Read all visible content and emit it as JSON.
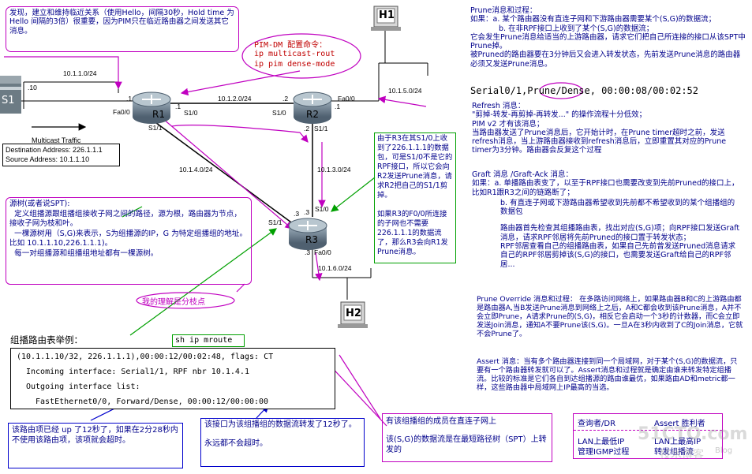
{
  "top_note": "发现，建立和维持临近关系（使用Hello，间隔30秒，Hold time 为Hello 间隔的3倍）很重要，因为PIM只在临近路由器之间发送其它消息。",
  "pim_config": {
    "title": "PIM-DM 配置命令：",
    "lines": [
      "ip multicast-rout",
      "ip pim dense-mode"
    ]
  },
  "hosts": {
    "h1": "H1",
    "h2": "H2",
    "s1": "S1"
  },
  "routers": {
    "r1": "R1",
    "r2": "R2",
    "r3": "R3"
  },
  "link_labels": {
    "net_s1": "10.1.1.0/24",
    "s1_ip": ".10",
    "r1_fa_ip": ".1",
    "r1_fa0": "Fa0/0",
    "r1_s10": "S1/0",
    "r1_s11": "S1/1",
    "r1_s10_ip": ".1",
    "net_r1r2": "10.1.2.0/24",
    "r2_s10_ip": ".2",
    "r2_s10": "S1/0",
    "r2_fa_ip": ".1",
    "r2_fa0": "Fa0/0",
    "net_h1": "10.1.5.0/24",
    "r2_s11_ip": ".2",
    "r2_s11": "S1/1",
    "net_r1r3": "10.1.4.0/24",
    "net_r2r3": "10.1.3.0/24",
    "r3_s11": "S1/1",
    "r3_s11_ip": ".3",
    "r3_s10_ip": ".3",
    "r3_s10": "S1/0",
    "r3_fa_ip": ".3",
    "r3_fa0": "Fa0/0",
    "net_h2": "10.1.6.0/24"
  },
  "multicast_box": {
    "title": "Multicast Traffic",
    "dest": "Destination Address: 226.1.1.1",
    "src": "Source Address: 10.1.1.10"
  },
  "r3_note": "由于R3在其S1/0上收到了226.1.1.1的数据包，可是S1/0不是它的RPF接口，所以它会向R2发送Prune消息，请求R2把自己的S1/1剪掉。\n\n如果R3的F0/0所连接的子网也不需要226.1.1.1的数据流了，那么R3会向R1发Prune消息。",
  "source_tree": "源树(或者说SPT):\n  定义组播源跟组播组接收子网之间的路径，源为根，路由器为节点，接收子网为枝和叶。\n  一棵源树用（S,G)来表示，S为组播源的IP，G 为特定组播组的地址。比如 10.1.1.10,226.1.1.1)。\n  每一对组播源和组播组地址都有一棵源树。",
  "my_understanding": "我的理解是分枝点",
  "mroute": {
    "heading": "组播路由表举例：",
    "cmd": "sh ip mroute",
    "line1_pre": "(10.1.1.10/32, 226.1.1.1),",
    "line1_uptime": "00:00:12/00:02:48",
    "line1_post": ", flags: CT",
    "line2": "Incoming interface: Serial1/1, RPF nbr 10.1.4.1",
    "line3": "Outgoing interface list:",
    "line4_pre": "FastEthernet0/0, Forward/Dense,",
    "line4_time": "00:00:12/00:00:00"
  },
  "bottom_notes": {
    "uptime": "该路由项已经 up 了12秒了，如果在2分28秒内不使用该路由项，该项就会超时。",
    "forward": "该接口为该组播组的数据流转发了12秒了。\n\n永远都不会超时。",
    "member": "有该组播组的成员在直连子网上",
    "spt": "该(S,G)的数据流是在最短路径树（SPT）上转发的"
  },
  "right_panel": {
    "prune_title": "Prune消息和过程：",
    "prune_a": "如果：a. 某个路由器没有直连子网和下游路由器需要某个(S,G)的数据流；",
    "prune_b": "b. 在非RPF接口上收到了某个(S,G)的数据流；",
    "prune_body": "它会发生Prune消息给适当的上游路由器，请求它们把自己所连接的接口从该SPT中Prune掉。\n被Pruned的路由器要在3分钟后又会进入转发状态，先前发送Prune消息的路由器必须又发送Prune消息。",
    "serial_pre": "Serial0/1,",
    "serial_prune": "Prune",
    "serial_post": "/Dense, 00:00:08/00:02:52",
    "refresh": "Refresh 消息：\n\"剪掉-转发-再剪掉-再转发...\" 的操作流程十分低效；\nPIM v2 才有该消息；\n当路由器发送了Prune消息后，它开始计时，在Prune timer超时之前，发送refresh消息，当上游路由器接收到refresh消息后，立即重置其对应的Prune timer为3分钟。路由器会反复这个过程",
    "graft_title": "Graft 消息 /Graft-Ack 消息：",
    "graft_a": "如果：a. 单播路由表变了，以至于RPF接口也需要改变到先前Pruned的接口上，比如R1跟R3之间的链路断了；",
    "graft_b": "b. 有直连子网或下游路由器希望收到先前都不希望收到的某个组播组的数据包",
    "graft_body": "路由器首先检查其组播路由表，找出对应(S,G)项；向RPF接口发送Graft消息，请求RPF邻居将先前Pruned的接口置于转发状态；\nRPF邻居查看自己的组播路由表，如果自己先前曾发送Pruned消息请求自己的RPF邻居剪掉该(S,G)的接口，也需要发送Graft给自己的RPF邻居...",
    "override": "Prune Override 消息和过程： 在多路访问网络上，如果路由器B和C的上游路由都是路由器A,当B发送Prune消息到网络上之后，A和C都会收到该Prune消息，A并不会立即Prune，A请求Prune的(S,G)，相反它会启动一个3秒的计数器，而C会立即发送Join消息，通知A不要Prune该(S,G)。一旦A在3秒内收到了C的Join消息，它就不会Prune了。",
    "assert": "Assert 消息：当有多个路由器连接到同一个局域网，对于某个(S,G)的数据流，只要有一个路由器转发就可以了。Assert消息和过程就是确定由谁来转发特定组播流。比较的标准是它们各自到达组播源的路由谁最优，如果路由AD和metric都一样，这些路由器中局域网上IP最高的当选。"
  },
  "table": {
    "headers": [
      "查询者/DR",
      "Assert 胜利者"
    ],
    "rows": [
      [
        "LAN上最低IP",
        "LAN上最高IP"
      ],
      [
        "管理IGMP过程",
        "转发组播流"
      ]
    ]
  },
  "watermark": {
    "main": "51CTO.com",
    "sub": "技术博客",
    "blog": "Blog"
  },
  "colors": {
    "magenta": "#c000c0",
    "green": "#00a000",
    "blue": "#0000cc",
    "router": "#5a6f7e"
  }
}
